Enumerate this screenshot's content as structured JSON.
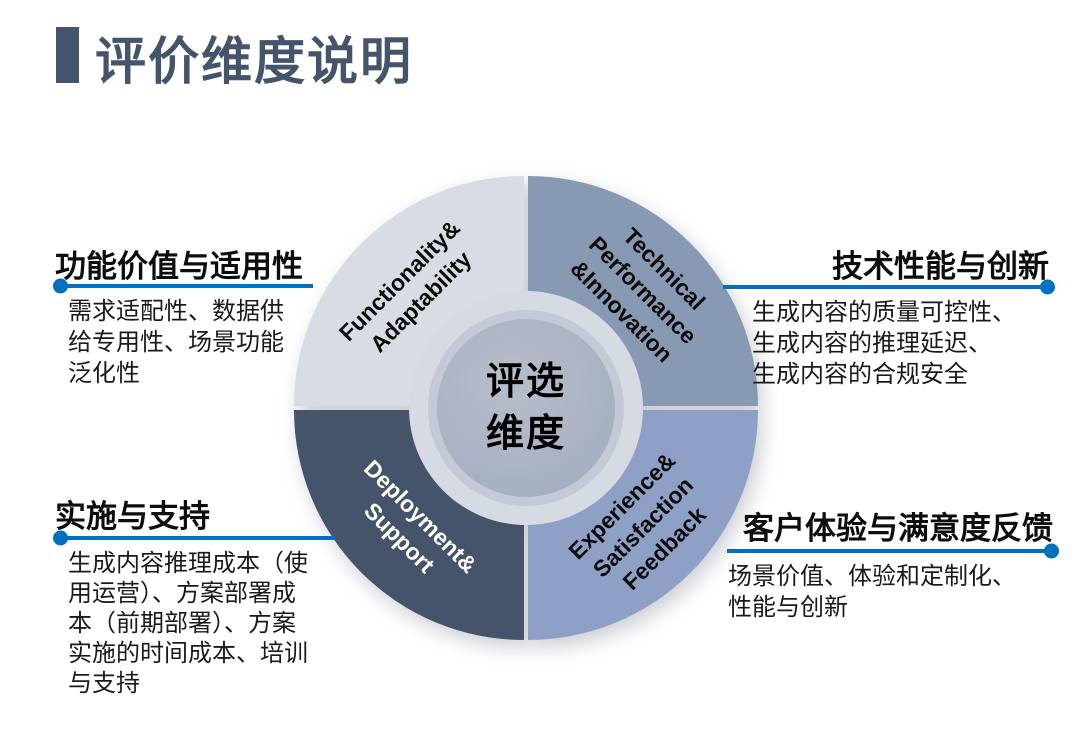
{
  "header": {
    "title": "评价维度说明"
  },
  "wheel": {
    "center_label": "评选\n维度",
    "quadrants": [
      {
        "name": "functionality-adaptability",
        "label": "Functionality&\nAdaptability"
      },
      {
        "name": "technical-performance-innovation",
        "label": "Technical Performance\n&Innovation"
      },
      {
        "name": "deployment-support",
        "label": "Deployment&\nSupport"
      },
      {
        "name": "experience-satisfaction-feedback",
        "label": "Experience&\nSatisfaction Feedback"
      }
    ]
  },
  "callouts": {
    "top_left": {
      "title": "功能价值与适用性",
      "description": "需求适配性、数据供\n给专用性、场景功能\n泛化性"
    },
    "top_right": {
      "title": "技术性能与创新",
      "description": "生成内容的质量可控性、\n生成内容的推理延迟、\n生成内容的合规安全"
    },
    "bottom_left": {
      "title": "实施与支持",
      "description": "生成内容推理成本（使\n用运营）、方案部署成\n本（前期部署）、方案\n实施的时间成本、培训\n与支持"
    },
    "bottom_right": {
      "title": "客户体验与满意度反馈",
      "description": "场景价值、体验和定制化、\n性能与创新"
    }
  },
  "colors": {
    "heading": "#44546A",
    "accent_line": "#0070C0",
    "quadrant_tl": "#D7DCE5",
    "quadrant_tr": "#8899B4",
    "quadrant_bl": "#45546B",
    "quadrant_br": "#8FA0C7",
    "center_ring": "#D6DAE3"
  }
}
